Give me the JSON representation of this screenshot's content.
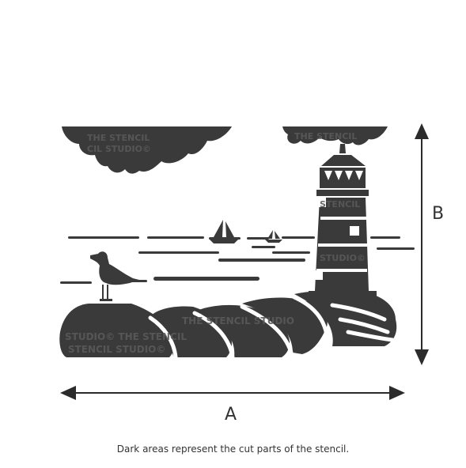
{
  "colors": {
    "stencil": "#3a3a3a",
    "arrow": "#2b2b2b",
    "background": "#ffffff",
    "cut": "#ffffff"
  },
  "dimension_labels": {
    "width": "A",
    "height": "B"
  },
  "caption": "Dark areas represent the cut parts of the stencil.",
  "watermark": "THE STENCIL STUDIO©"
}
